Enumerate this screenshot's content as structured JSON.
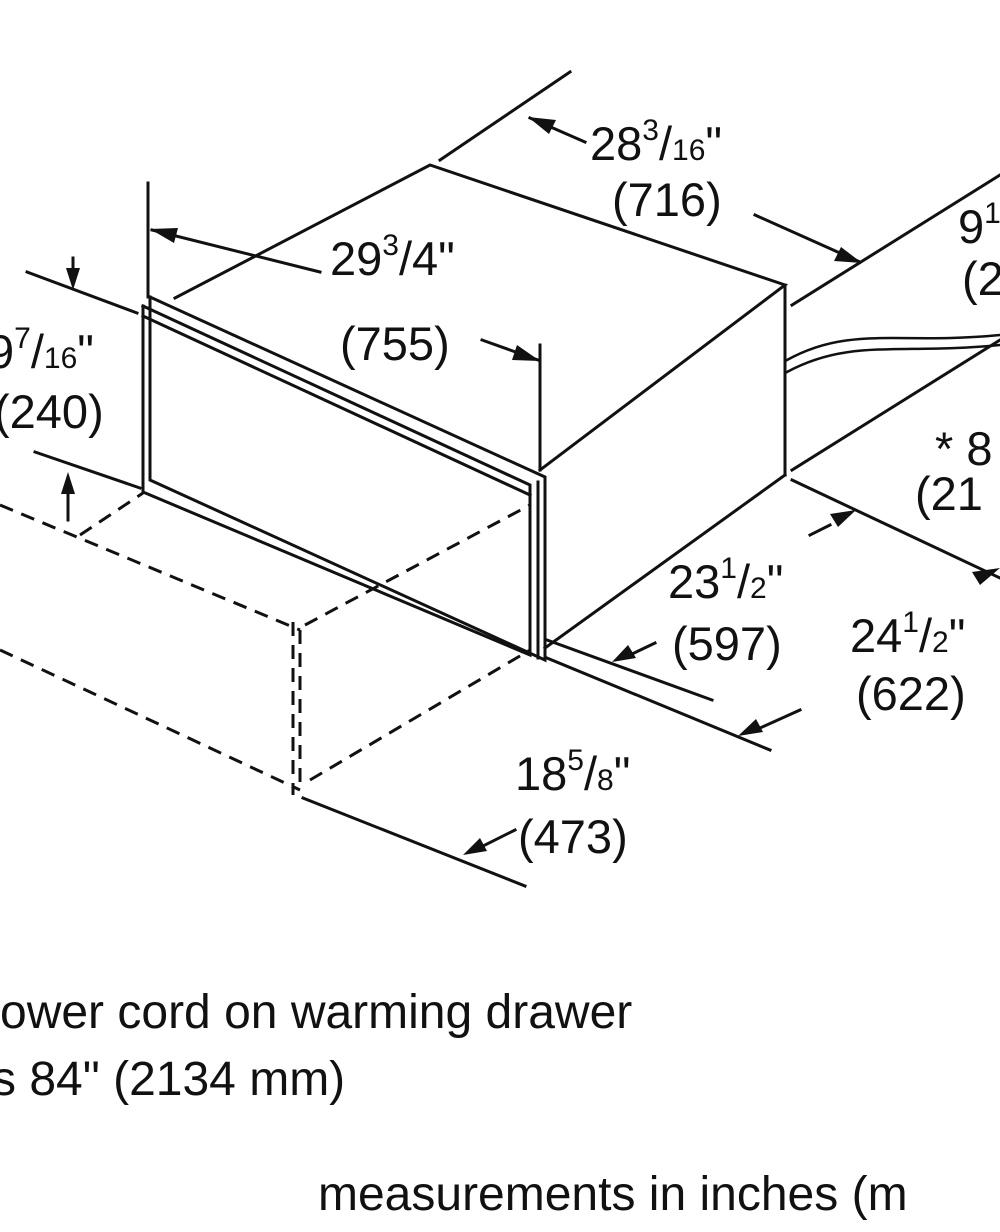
{
  "dimensions": {
    "depth_total": {
      "whole": "28",
      "num": "3",
      "den": "16",
      "mm": "(716)"
    },
    "width": {
      "whole": "29",
      "num": "3",
      "den": "4",
      "mm": "(755)"
    },
    "height": {
      "whole": "9",
      "num": "7",
      "den": "16",
      "mm": "(240)"
    },
    "right_top": {
      "whole": "9",
      "num": "1",
      "mm": "(2"
    },
    "cord_length": {
      "prefix": "* 8",
      "mm": "(21"
    },
    "depth_body": {
      "whole": "23",
      "num": "1",
      "den": "2",
      "mm": "(597)"
    },
    "depth_cutout": {
      "whole": "24",
      "num": "1",
      "den": "2",
      "mm": "(622)"
    },
    "cutout_depth_front": {
      "whole": "18",
      "num": "5",
      "den": "8",
      "mm": "(473)"
    }
  },
  "notes": {
    "line1": "ower cord on warming drawer",
    "line2": "s 84\" (2134 mm)",
    "footer": "measurements in inches (m"
  },
  "colors": {
    "ink": "#111111",
    "background": "#ffffff"
  }
}
